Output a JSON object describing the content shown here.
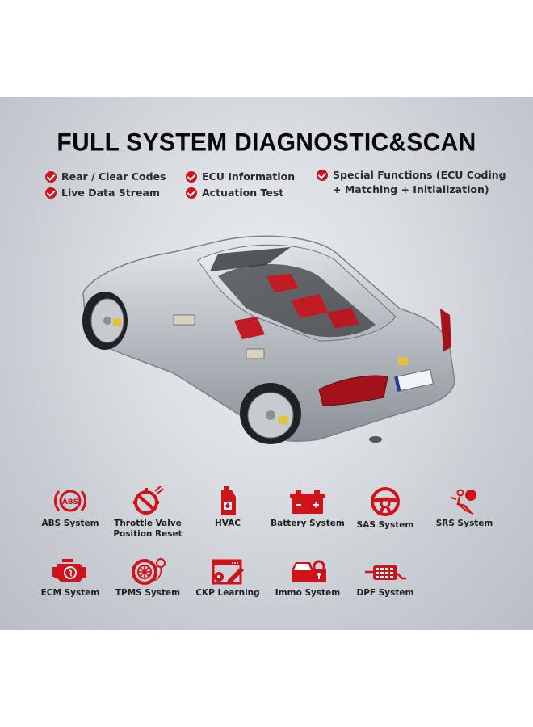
{
  "title": "FULL SYSTEM DIAGNOSTIC&SCAN",
  "colors": {
    "accent_red": "#d0121b",
    "title_text": "#0a0a0a",
    "panel_bg": "#d4d7db"
  },
  "features": [
    {
      "label": "Rear / Clear Codes",
      "icon": "check-circle-icon"
    },
    {
      "label": "Live Data Stream",
      "icon": "check-circle-icon"
    },
    {
      "label": "ECU Information",
      "icon": "check-circle-icon"
    },
    {
      "label": "Actuation Test",
      "icon": "check-circle-icon"
    },
    {
      "label_line1": "Special Functions (ECU Coding",
      "label_line2": "+ Matching + Initialization)",
      "icon": "check-circle-icon"
    }
  ],
  "hero_image": {
    "subject": "cutaway silver coupe car",
    "icon": "car-cutaway-illustration"
  },
  "systems_row1": [
    {
      "label": "ABS System",
      "icon": "abs-icon"
    },
    {
      "label_line1": "Throttle Valve",
      "label_line2": "Position Reset",
      "icon": "throttle-valve-icon"
    },
    {
      "label": "HVAC",
      "icon": "coolant-canister-icon"
    },
    {
      "label": "Battery System",
      "icon": "battery-icon"
    },
    {
      "label": "SAS System",
      "icon": "steering-wheel-icon"
    },
    {
      "label": "SRS System",
      "icon": "airbag-icon"
    }
  ],
  "systems_row2": [
    {
      "label": "ECM System",
      "icon": "engine-icon"
    },
    {
      "label": "TPMS System",
      "icon": "tire-pressure-icon"
    },
    {
      "label": "CKP Learning",
      "icon": "window-pencil-gear-icon"
    },
    {
      "label": "Immo System",
      "icon": "car-lock-icon"
    },
    {
      "label": "DPF System",
      "icon": "particulate-filter-icon"
    }
  ]
}
